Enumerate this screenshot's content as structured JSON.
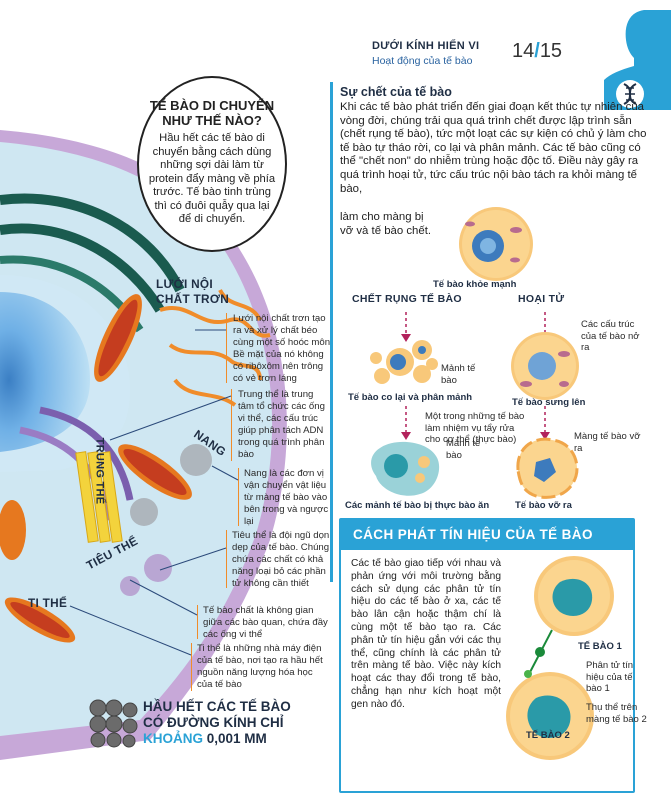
{
  "header": {
    "title": "DƯỚI KÍNH HIỂN VI",
    "subtitle": "Hoạt động của tế bào",
    "page_left": "14",
    "slash": "/",
    "page_right": "15"
  },
  "callout": {
    "title": "TẾ BÀO DI CHUYỂN NHƯ THẾ NÀO?",
    "text": "Hầu hết các tế bào di chuyển bằng cách dùng những sợi dài làm từ protein đẩy màng về phía trước. Tế bào tinh trùng thì có đuôi quẫy qua lại để di chuyển."
  },
  "labels": {
    "er": "LƯỚI NỘI CHẤT TRƠN",
    "nang": "NANG",
    "centriole": "TRUNG THỂ",
    "lysosome": "TIÊU THỂ",
    "mito": "TI THỂ"
  },
  "notes": {
    "er": "Lưới nội chất trơn tạo ra và xử lý chất béo cùng một số hoóc môn. Bề mặt của nó không có ribôxôm nên trông có vẻ trơn láng",
    "centriole": "Trung thể là trung tâm tổ chức các ống vi thể, các cấu trúc giúp phân tách ADN trong quá trình phân bào",
    "nang": "Nang là các đơn vị vận chuyển vật liệu từ màng tế bào vào bên trong và ngược lại",
    "lysosome": "Tiêu thể là đội ngũ dọn dẹp của tế bào. Chúng chứa các chất có khả năng loại bỏ các phần tử không cần thiết",
    "cell": "Tế bào chất là không gian giữa các bào quan, chứa đầy các ống vi thể",
    "mito": "Ti thể là những nhà máy điện của tế bào, nơi tạo ra hầu hết nguồn năng lượng hóa học của tế bào"
  },
  "fact": {
    "line1": "HẦU HẾT CÁC TẾ BÀO",
    "line2": "CÓ ĐƯỜNG KÍNH CHỈ",
    "line3a": "KHOẢNG ",
    "line3b": "0,001 MM"
  },
  "death": {
    "title": "Sự chết của tế bào",
    "text": "Khi các tế bào phát triển đến giai đoạn kết thúc tự nhiên của vòng đời, chúng trải qua quá trình chết được lập trình sẵn (chết rụng tế bào), tức một loạt các sự kiện có chủ ý làm cho tế bào tự tháo rời, co lại và phân mảnh. Các tế bào cũng có thể \"chết non\" do nhiễm trùng hoặc độc tố. Điều này gây ra quá trình hoại tử, tức cấu trúc nội bào tách ra khỏi màng tế bào,",
    "text2": "làm cho màng bị",
    "text3": "vỡ và tế bào chết.",
    "healthy": "Tế bào khỏe mạnh",
    "apoptosis": "CHẾT RỤNG TẾ BÀO",
    "necrosis": "HOẠI TỬ",
    "fragment": "Mảnh tế bào",
    "shrunk": "Tế bào co lại và phân mảnh",
    "swollen": "Tế bào sưng lên",
    "organelles": "Các cấu trúc của tế bào nở ra",
    "phago": "Một trong những tế bào làm nhiệm vụ tẩy rửa cho cơ thể (thực bào)",
    "fragment2": "Mảnh tế bào",
    "membrane": "Màng tế bào vỡ ra",
    "eaten": "Các mảnh tế bào bị thực bào ăn",
    "burst": "Tế bào vỡ ra"
  },
  "signal": {
    "title": "CÁCH PHÁT TÍN HIỆU CỦA TẾ BÀO",
    "text": "Các tế bào giao tiếp với nhau và phản ứng với môi trường bằng cách sử dụng các phân tử tín hiệu do các tế bào ở xa, các tế bào lân cận hoặc thậm chí là cùng một tế bào tạo ra. Các phân tử tín hiệu gắn với các thụ thể, cũng chính là các phân tử trên màng tế bào. Việc này kích hoạt các thay đổi trong tế bào, chẳng hạn như kích hoạt một gen nào đó.",
    "cell1": "TẾ BÀO 1",
    "molecule": "Phân tử tín hiệu của tế bào 1",
    "receptor": "Thụ thể trên màng tế bào 2",
    "cell2": "TẾ BÀO 2"
  },
  "colors": {
    "accent": "#2aa2d6",
    "orange": "#f08c2a",
    "navy": "#1f2e44"
  }
}
